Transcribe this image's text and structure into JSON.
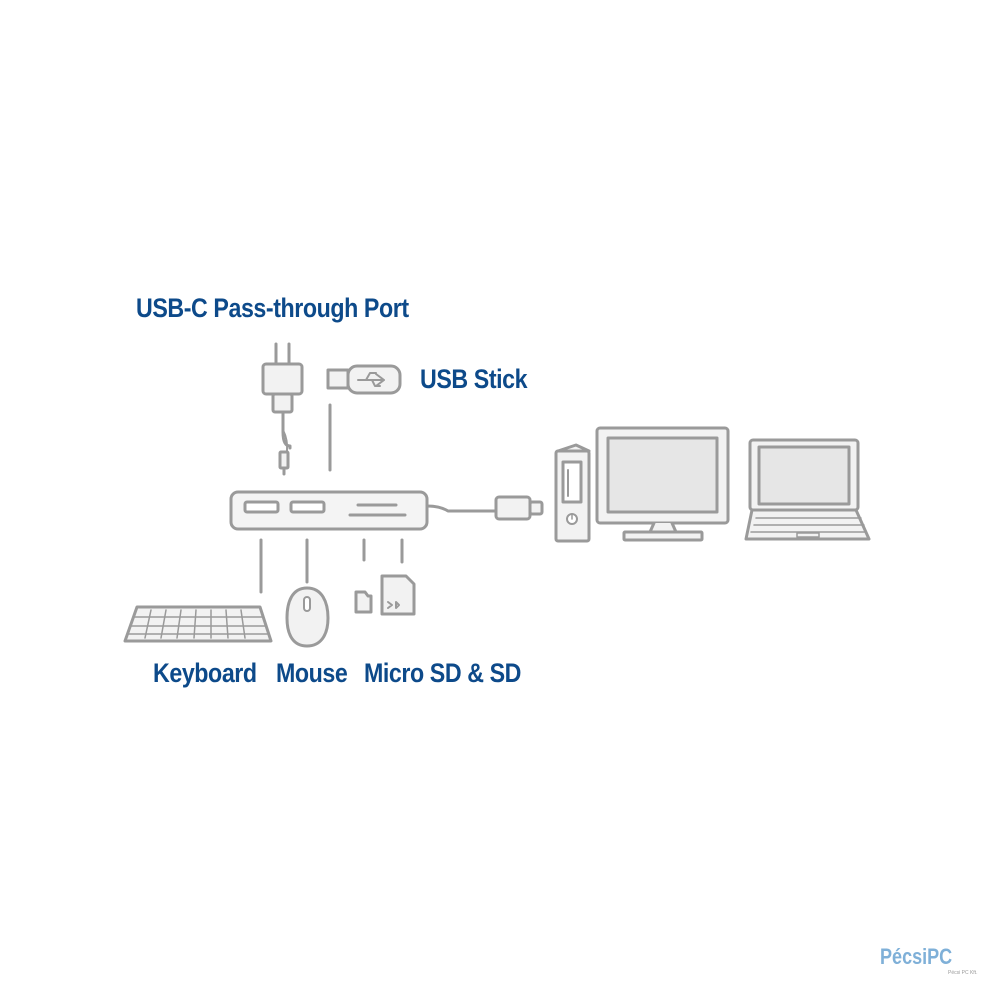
{
  "labels": {
    "usbc_port": "USB-C Pass-through Port",
    "usb_stick": "USB Stick",
    "keyboard": "Keyboard",
    "mouse": "Mouse",
    "micro_sd": "Micro SD & SD"
  },
  "logo": {
    "name": "PécsiPC",
    "tagline": "Pécsi PC Kft."
  },
  "colors": {
    "label_text": "#0d4a8a",
    "outline": "#9a9a9a",
    "fill_light": "#f2f2f2",
    "screen": "#e6e6e6",
    "logo": "#7fb0d8"
  },
  "icons": [
    "usb-c-hub-icon",
    "usb-stick-icon",
    "power-adapter-icon",
    "keyboard-icon",
    "mouse-icon",
    "microsd-card-icon",
    "sd-card-icon",
    "desktop-tower-icon",
    "monitor-icon",
    "laptop-icon",
    "usb-c-plug-icon"
  ]
}
